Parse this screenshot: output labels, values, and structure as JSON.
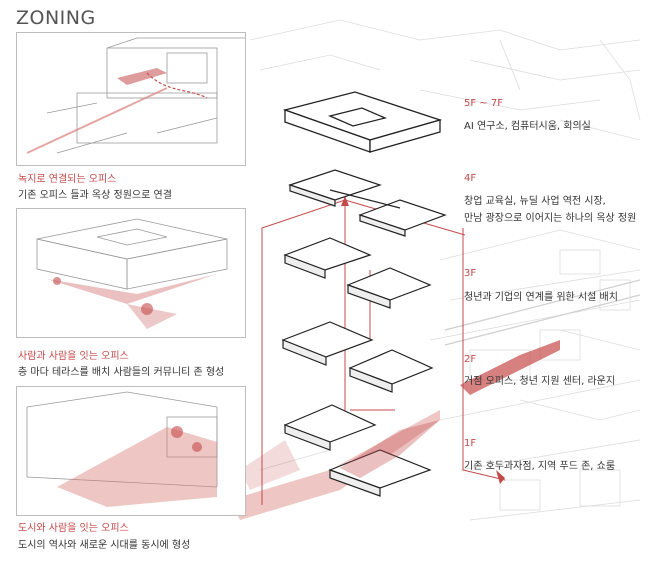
{
  "title": "ZONING",
  "panels": [
    {
      "title": "녹지로 연결되는 오피스",
      "desc": "기존 오피스 들과 옥상 정원으로 연결"
    },
    {
      "title": "사람과 사람을 잇는 오피스",
      "desc": "층 마다 테라스를 배치 사람들의 커뮤니티 존 형성"
    },
    {
      "title": "도시와 사람을 잇는 오피스",
      "desc": "도시의 역사와 새로운 시대를 동시에 형성"
    }
  ],
  "floors": [
    {
      "label": "5F ~ 7F",
      "desc": [
        "AI 연구소, 컴퓨터시움, 회의실"
      ]
    },
    {
      "label": "4F",
      "desc": [
        "창업 교육실, 뉴딜 사업 역전 시장,",
        "만남 광장으로 이어지는 하나의  옥상 정원"
      ]
    },
    {
      "label": "3F",
      "desc": [
        "청년과 기업의 연계를 위한 시설 배치"
      ]
    },
    {
      "label": "2F",
      "desc": [
        "거점 오피스, 청년 지원 센터, 라운지"
      ]
    },
    {
      "label": "1F",
      "desc": [
        "기존 호두과자점, 지역 푸드 존, 쇼룸"
      ]
    }
  ],
  "colors": {
    "accent": "#c44a4a",
    "line": "#222222",
    "context": "#d8d8d8"
  }
}
